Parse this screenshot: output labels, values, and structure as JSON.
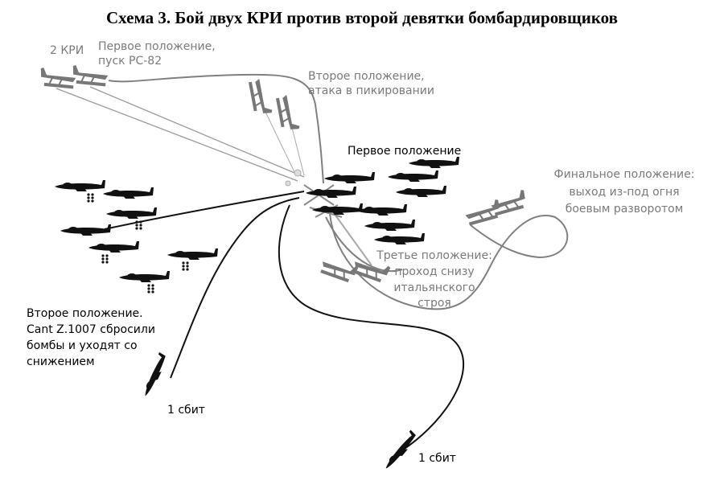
{
  "title": "Схема 3. Бой двух КРИ против второй девятки бомбардировщиков",
  "labels": {
    "kri": "2 КРИ",
    "first_pos_1": "Первое положение,",
    "first_pos_2": "пуск РС-82",
    "second_pos_1": "Второе положение,",
    "second_pos_2": "атака в пикировании",
    "bombers_first": "Первое положение",
    "final_1": "Финальное положение:",
    "final_2": "выход из-под огня",
    "final_3": "боевым разворотом",
    "third_1": "Третье положение:",
    "third_2": "проход снизу",
    "third_3": "итальянского",
    "third_4": "строя",
    "bombers_second_1": "Второе положение.",
    "bombers_second_2": "Cant Z.1007 сбросили",
    "bombers_second_3": "бомбы и уходят со",
    "bombers_second_4": "снижением",
    "downed_1": "1 сбит",
    "downed_2": "1 сбит"
  },
  "colors": {
    "fighter": "#777777",
    "bomber": "#111111",
    "track_gray": "#808080"
  }
}
